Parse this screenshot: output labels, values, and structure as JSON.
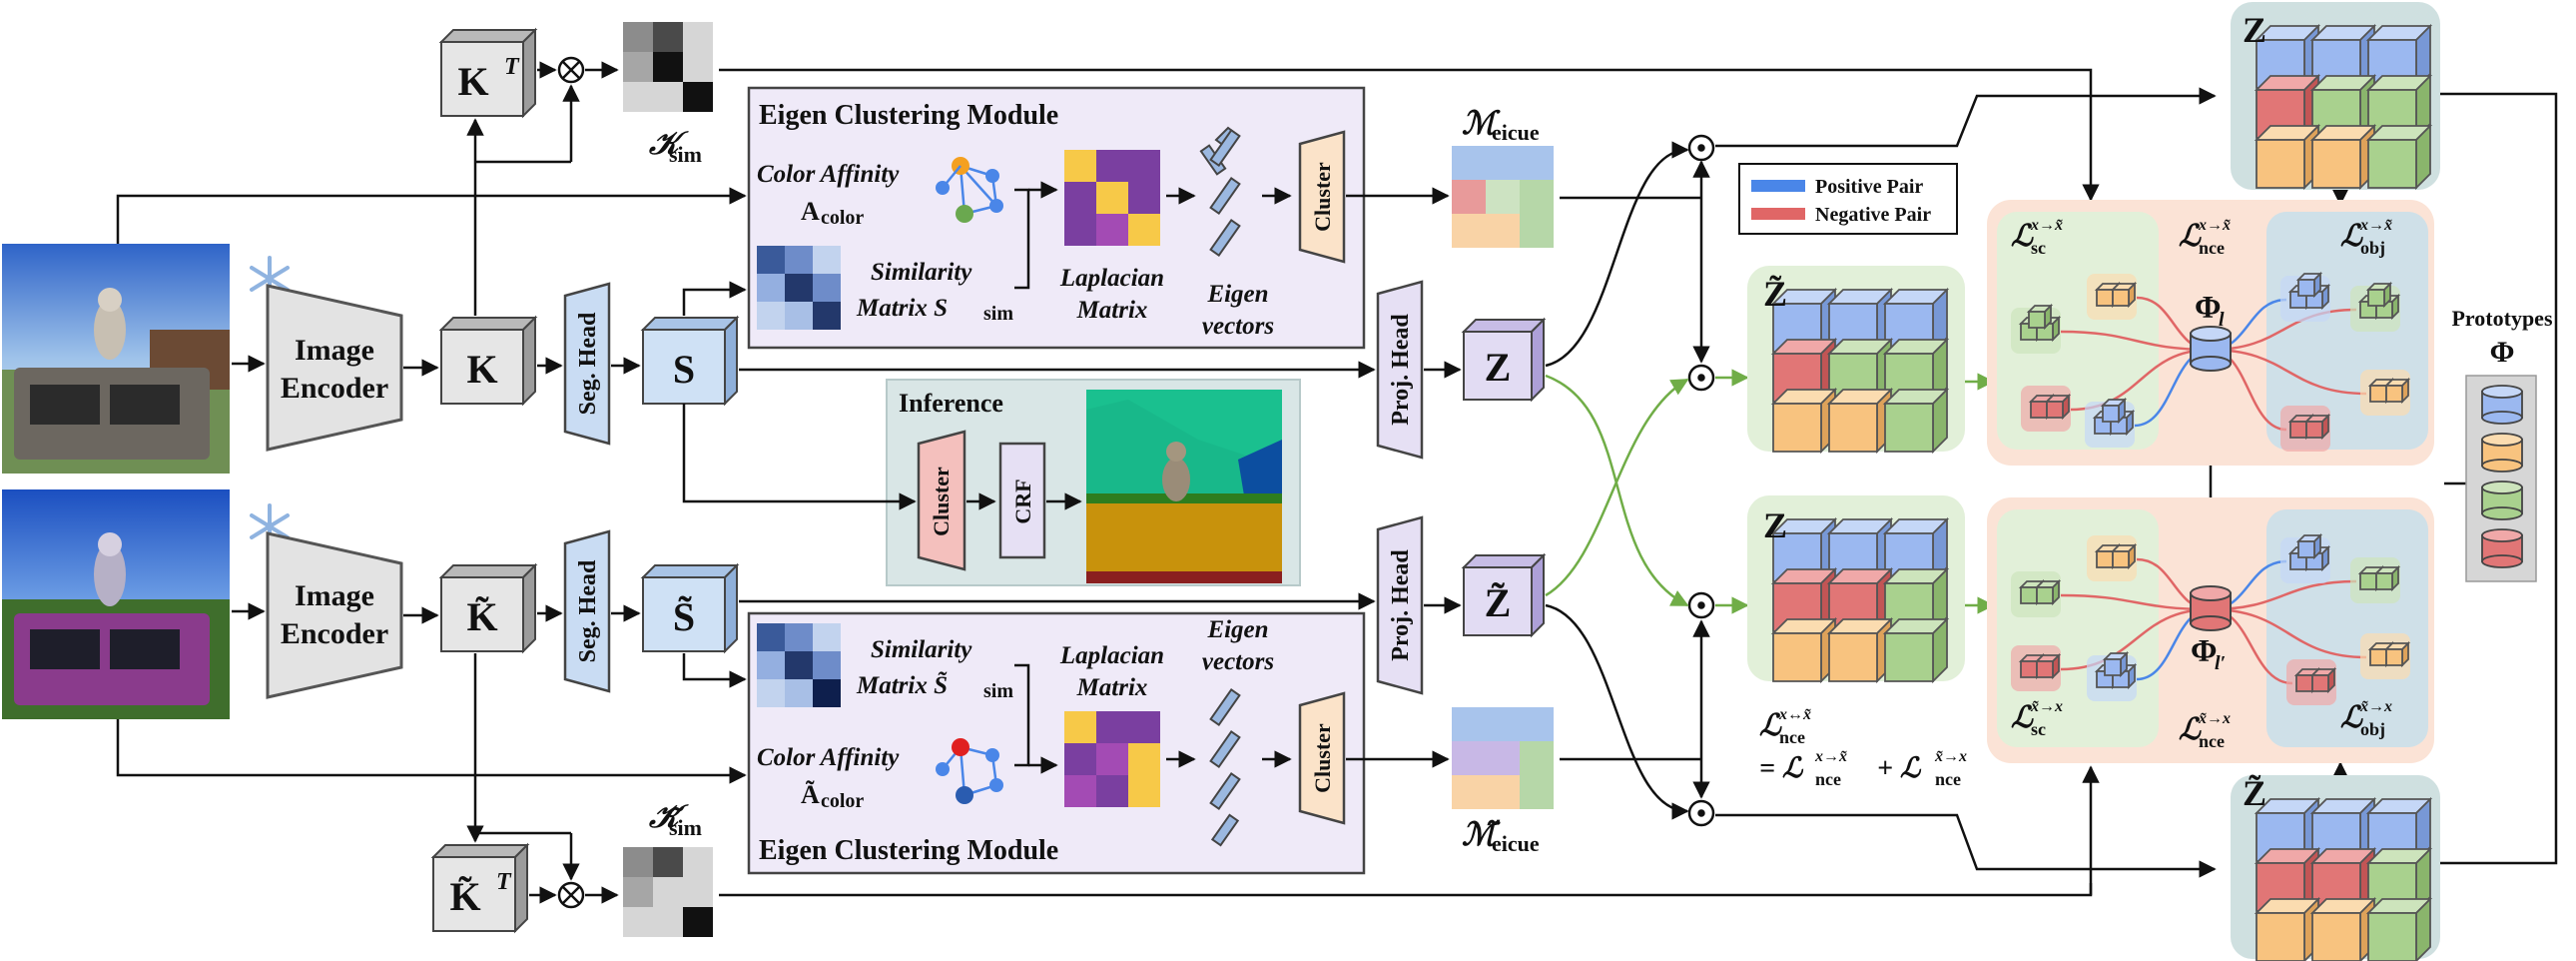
{
  "encoder": {
    "label_line1": "Image",
    "label_line2": "Encoder"
  },
  "seg_head": {
    "label": "Seg. Head"
  },
  "proj_head": {
    "label": "Proj. Head"
  },
  "top_branch": {
    "K": "K",
    "KT": "K",
    "KT_sup": "T",
    "S": "S",
    "Z": "Z",
    "K_sim_script": "𝒦",
    "K_sim_sub": "sim",
    "M_eicue": "ℳ",
    "M_eicue_sub": "eicue"
  },
  "bottom_branch": {
    "K": "K̃",
    "KT": "K̃",
    "KT_sup": "T",
    "S": "S̃",
    "Z": "Z̃",
    "K_sim_script": "𝒦̃",
    "K_sim_sub": "sim",
    "M_eicue": "ℳ̃",
    "M_eicue_sub": "eicue"
  },
  "eigen_module": {
    "title": "Eigen Clustering Module",
    "color_affinity": "Color Affinity",
    "a_color": "A",
    "a_color_sub": "color",
    "a_color_tilde": "Ã",
    "similarity": "Similarity",
    "matrix_s": "Matrix S",
    "matrix_s_tilde": "Matrix S̃",
    "sim_sub": "sim",
    "laplacian_1": "Laplacian",
    "laplacian_2": "Matrix",
    "eigen_1": "Eigen",
    "eigen_2": "vectors",
    "cluster": "Cluster"
  },
  "inference": {
    "title": "Inference",
    "cluster": "Cluster",
    "crf": "CRF"
  },
  "legend": {
    "positive": "Positive Pair",
    "negative": "Negative Pair",
    "positive_color": "#4a86e8",
    "negative_color": "#e06666"
  },
  "loss": {
    "L": "ℒ",
    "sc": "sc",
    "nce": "nce",
    "obj": "obj",
    "sup_xtx": "x→x̃",
    "sup_txx": "x̃→x",
    "sup_both": "x↔x̃",
    "eq_line": "= ℒ",
    "plus": "+ ℒ",
    "phi_l": "Φ",
    "phi_l_sub": "l",
    "phi_lp_sub": "l′"
  },
  "prototypes": {
    "label": "Prototypes",
    "symbol": "Φ"
  },
  "z_labels": {
    "z": "Z",
    "zt": "Z̃"
  },
  "colors": {
    "blue": "#9bb8f0",
    "red": "#e17676",
    "green": "#a9d18e",
    "orange": "#f8c37f",
    "box_purple": "#efeaf8",
    "infer_bg": "#d9e6e6",
    "green_panel": "#e2f0d9",
    "pink_panel": "#fbe3d6",
    "teal_panel": "#cfe0e0"
  }
}
